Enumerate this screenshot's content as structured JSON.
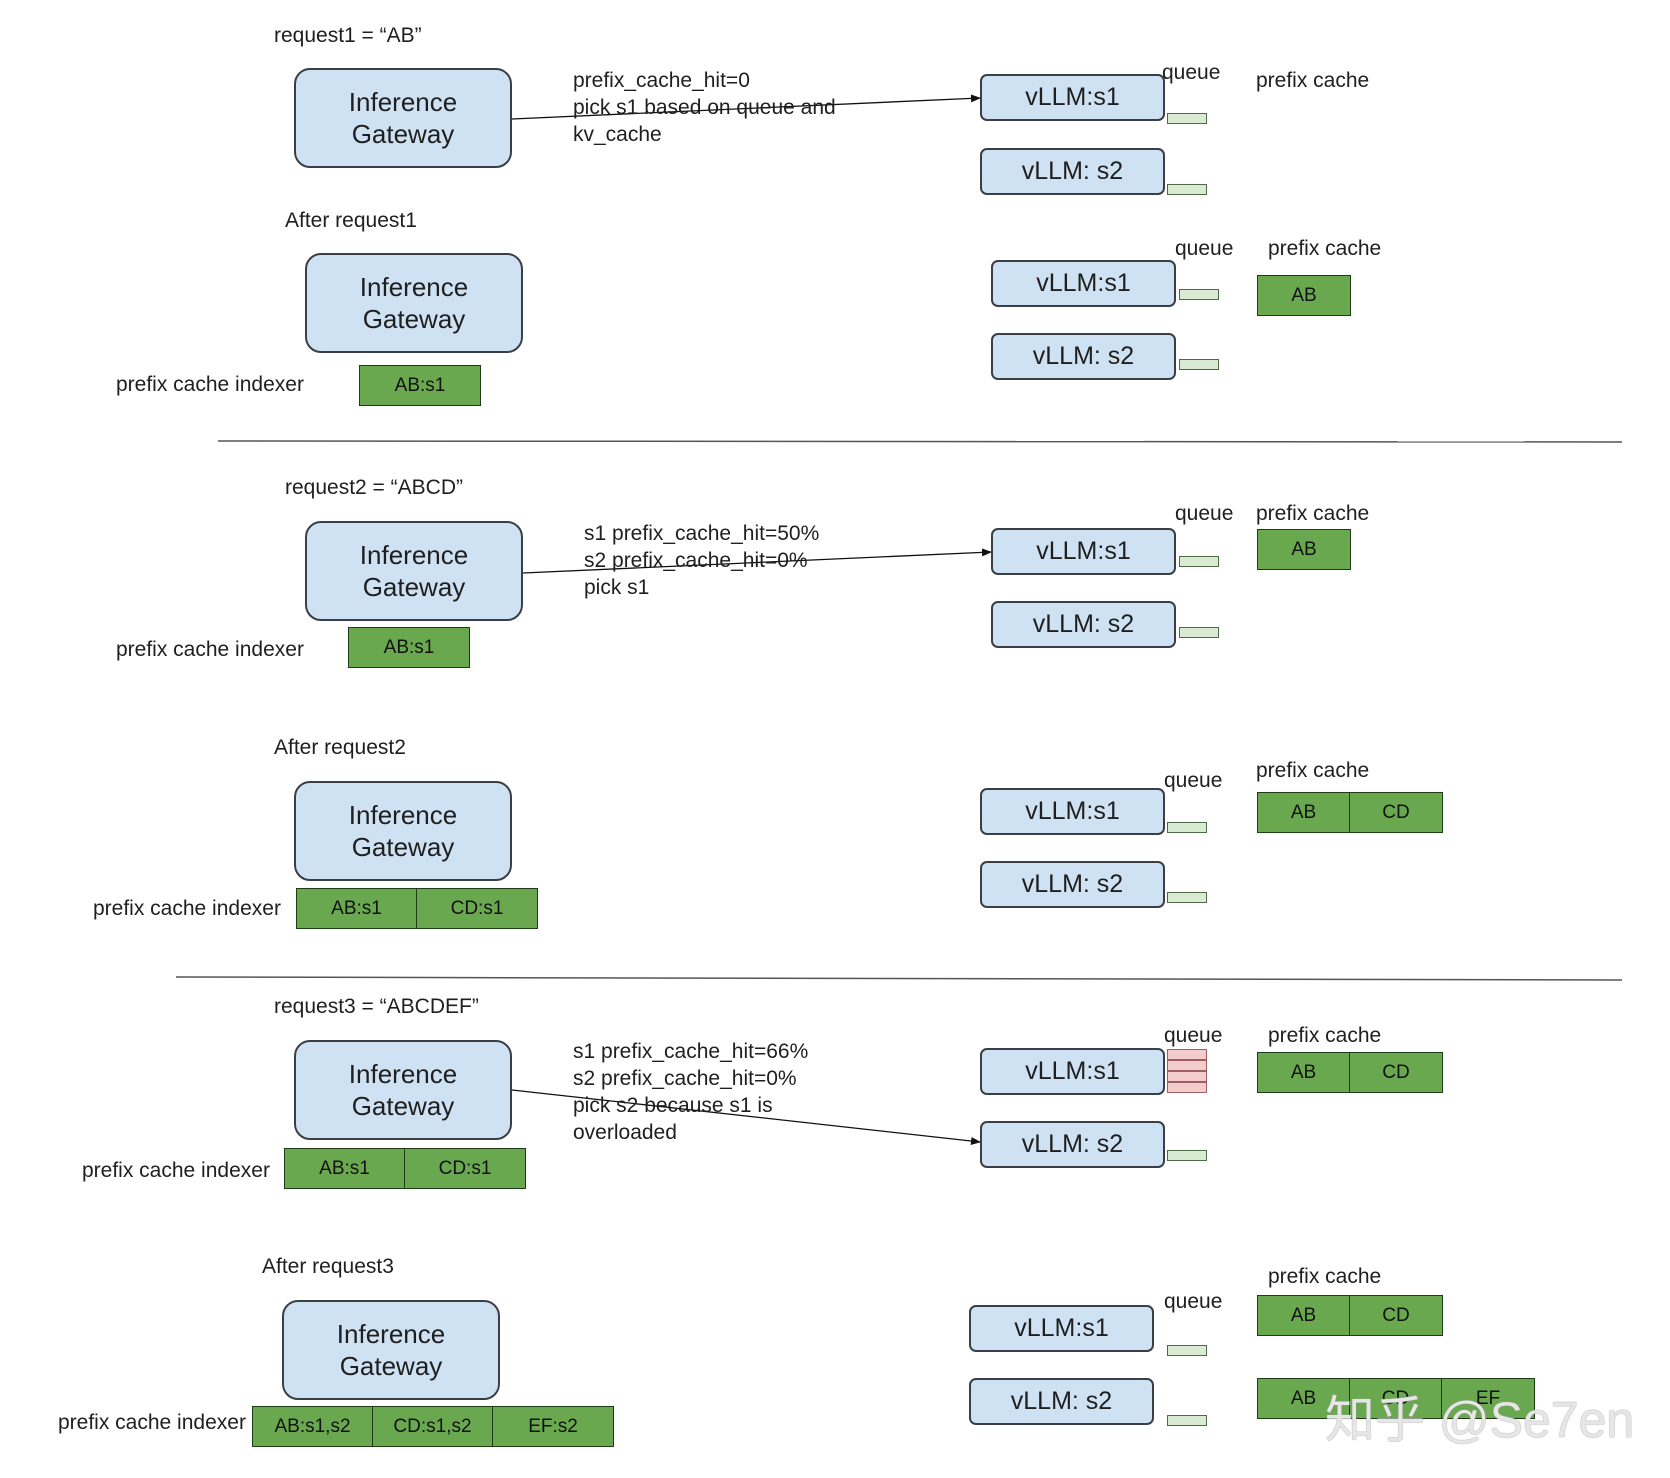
{
  "texts": {
    "gateway": "Inference\nGateway",
    "queue": "queue",
    "prefix_cache": "prefix cache",
    "indexer": "prefix cache indexer",
    "s1": "vLLM:s1",
    "s2": "vLLM: s2"
  },
  "sections": [
    {
      "title": "request1 = “AB”",
      "note": "prefix_cache_hit=0\npick s1 based on queue and\nkv_cache",
      "indexer": [],
      "cache_s1": [],
      "cache_s2": [],
      "s1_queue_pending": 0
    },
    {
      "title": "After request1",
      "note": "",
      "indexer": [
        "AB:s1"
      ],
      "cache_s1": [
        "AB"
      ],
      "cache_s2": [],
      "s1_queue_pending": 0
    },
    {
      "title": "request2 = “ABCD”",
      "note": "s1 prefix_cache_hit=50%\ns2 prefix_cache_hit=0%\npick s1",
      "indexer": [
        "AB:s1"
      ],
      "cache_s1": [
        "AB"
      ],
      "cache_s2": [],
      "s1_queue_pending": 0
    },
    {
      "title": "After request2",
      "note": "",
      "indexer": [
        "AB:s1",
        "CD:s1"
      ],
      "cache_s1": [
        "AB",
        "CD"
      ],
      "cache_s2": [],
      "s1_queue_pending": 0
    },
    {
      "title": "request3 = “ABCDEF”",
      "note": "s1 prefix_cache_hit=66%\ns2 prefix_cache_hit=0%\npick s2 because s1 is\noverloaded",
      "indexer": [
        "AB:s1",
        "CD:s1"
      ],
      "cache_s1": [
        "AB",
        "CD"
      ],
      "cache_s2": [],
      "s1_queue_pending": 4
    },
    {
      "title": "After request3",
      "note": "",
      "indexer": [
        "AB:s1,s2",
        "CD:s1,s2",
        "EF:s2"
      ],
      "cache_s1": [
        "AB",
        "CD"
      ],
      "cache_s2": [
        "AB",
        "CD",
        "EF"
      ],
      "s1_queue_pending": 0
    }
  ],
  "watermark": "知乎 @Se7en"
}
